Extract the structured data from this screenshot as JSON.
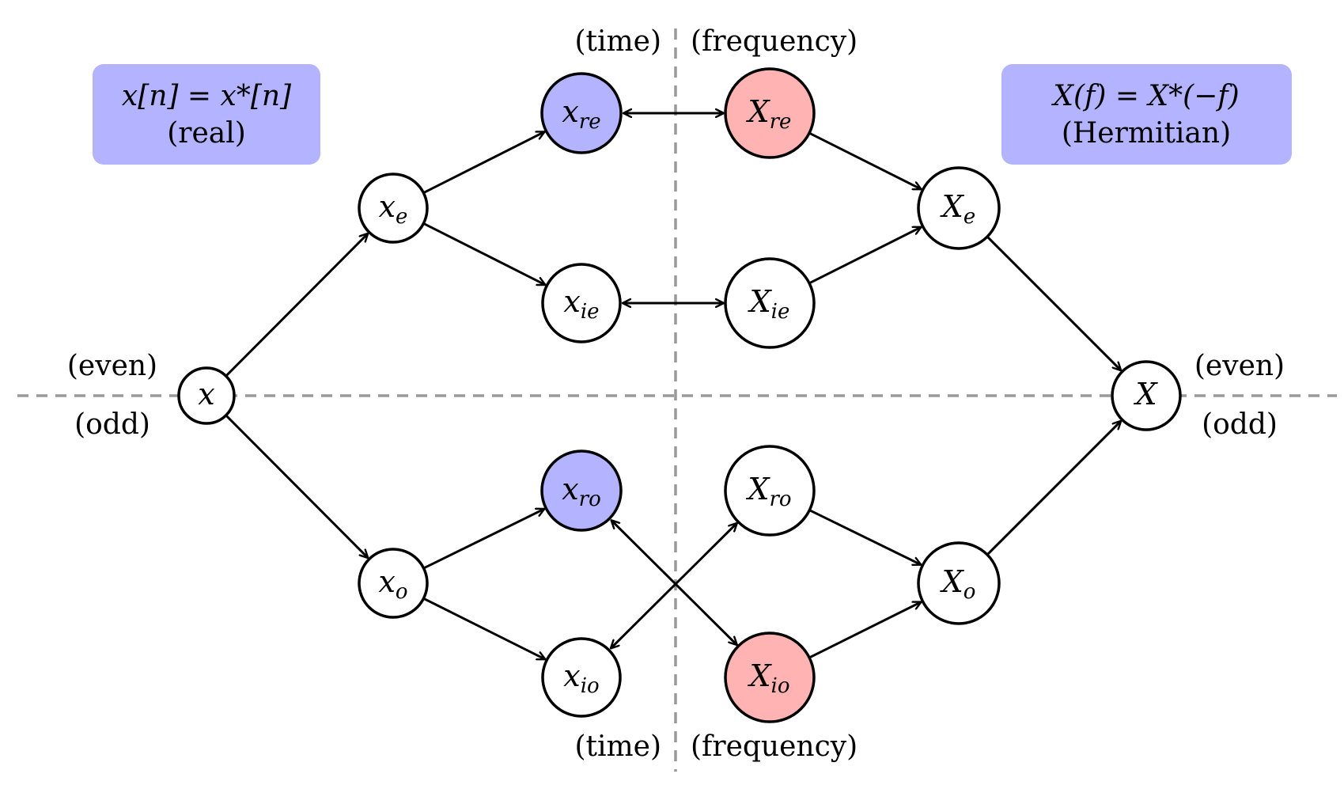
{
  "colors": {
    "box_fill": "#b3b3ff",
    "blue_node": "#b3b3ff",
    "red_node": "#ffb3b3",
    "white_node": "#ffffff",
    "stroke": "#000000",
    "divider": "#999999"
  },
  "boxes": {
    "time": {
      "line1": "x[n] = x*[n]",
      "line2": "(real)"
    },
    "frequency": {
      "line1": "X(f) = X*(−f)",
      "line2": "(Hermitian)"
    }
  },
  "labels": {
    "time_top": "(time)",
    "frequency_top": "(frequency)",
    "time_bottom": "(time)",
    "frequency_bottom": "(frequency)",
    "even_left": "(even)",
    "odd_left": "(odd)",
    "even_right": "(even)",
    "odd_right": "(odd)"
  },
  "nodes": {
    "x": {
      "base": "x",
      "sub": "",
      "fill": "white"
    },
    "xe": {
      "base": "x",
      "sub": "e",
      "fill": "white"
    },
    "xo": {
      "base": "x",
      "sub": "o",
      "fill": "white"
    },
    "xre": {
      "base": "x",
      "sub": "re",
      "fill": "blue"
    },
    "xie": {
      "base": "x",
      "sub": "ie",
      "fill": "white"
    },
    "xro": {
      "base": "x",
      "sub": "ro",
      "fill": "blue"
    },
    "xio": {
      "base": "x",
      "sub": "io",
      "fill": "white"
    },
    "Xre": {
      "base": "X",
      "sub": "re",
      "fill": "red"
    },
    "Xie": {
      "base": "X",
      "sub": "ie",
      "fill": "white"
    },
    "Xro": {
      "base": "X",
      "sub": "ro",
      "fill": "white"
    },
    "Xio": {
      "base": "X",
      "sub": "io",
      "fill": "red"
    },
    "Xe": {
      "base": "X",
      "sub": "e",
      "fill": "white"
    },
    "Xo": {
      "base": "X",
      "sub": "o",
      "fill": "white"
    },
    "X": {
      "base": "X",
      "sub": "",
      "fill": "white"
    }
  },
  "edges": [
    {
      "from": "x",
      "to": "xe",
      "type": "directed"
    },
    {
      "from": "x",
      "to": "xo",
      "type": "directed"
    },
    {
      "from": "xe",
      "to": "xre",
      "type": "directed"
    },
    {
      "from": "xe",
      "to": "xie",
      "type": "directed"
    },
    {
      "from": "xo",
      "to": "xro",
      "type": "directed"
    },
    {
      "from": "xo",
      "to": "xio",
      "type": "directed"
    },
    {
      "from": "xre",
      "to": "Xre",
      "type": "bidirectional"
    },
    {
      "from": "xie",
      "to": "Xie",
      "type": "bidirectional"
    },
    {
      "from": "xro",
      "to": "Xio",
      "type": "bidirectional"
    },
    {
      "from": "xio",
      "to": "Xro",
      "type": "bidirectional"
    },
    {
      "from": "Xre",
      "to": "Xe",
      "type": "directed"
    },
    {
      "from": "Xie",
      "to": "Xe",
      "type": "directed"
    },
    {
      "from": "Xro",
      "to": "Xo",
      "type": "directed"
    },
    {
      "from": "Xio",
      "to": "Xo",
      "type": "directed"
    },
    {
      "from": "Xe",
      "to": "X",
      "type": "directed"
    },
    {
      "from": "Xo",
      "to": "X",
      "type": "directed"
    }
  ]
}
